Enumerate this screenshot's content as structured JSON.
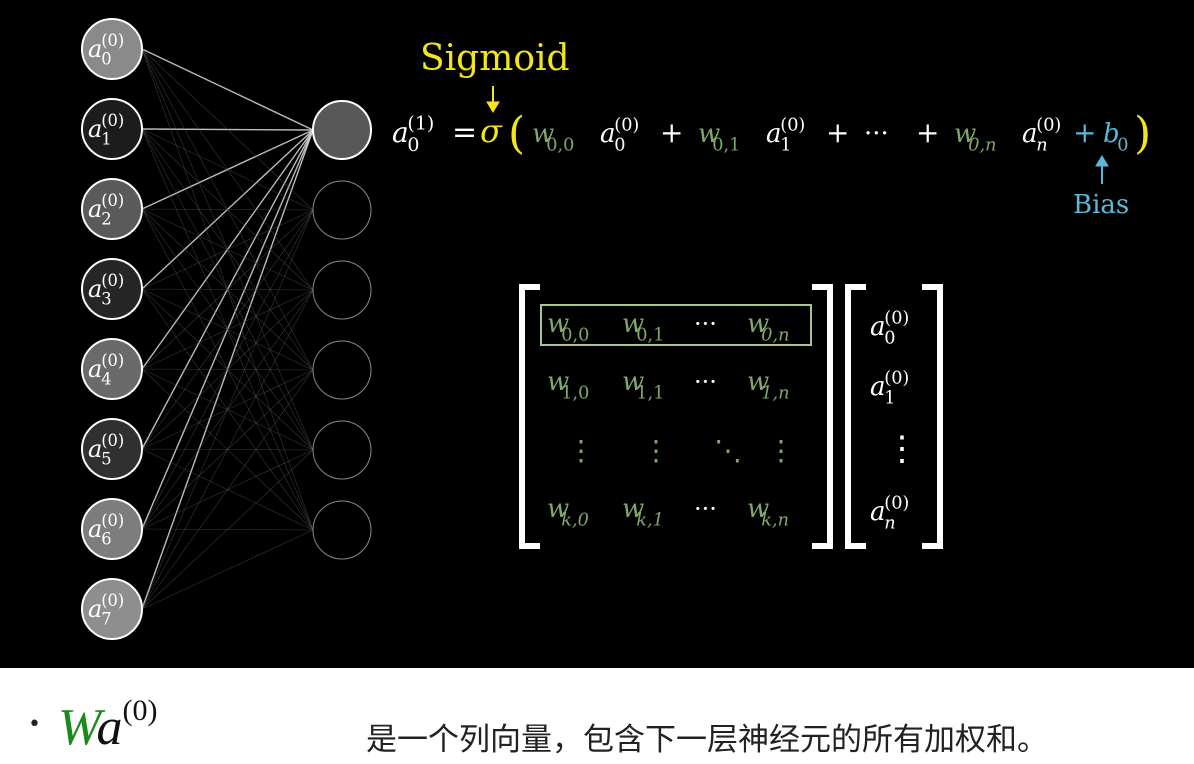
{
  "colors": {
    "weight": "#7fa86a",
    "sigmoid": "#f2e51a",
    "bias": "#5cb8d8",
    "text": "#ffffff",
    "formula_W": "#1a8a1a"
  },
  "network": {
    "inputs": [
      {
        "base": "a",
        "sup": "(0)",
        "sub": "0",
        "fill": "#8a8a8a"
      },
      {
        "base": "a",
        "sup": "(0)",
        "sub": "1",
        "fill": "#1c1c1c"
      },
      {
        "base": "a",
        "sup": "(0)",
        "sub": "2",
        "fill": "#5a5a5a"
      },
      {
        "base": "a",
        "sup": "(0)",
        "sub": "3",
        "fill": "#262626"
      },
      {
        "base": "a",
        "sup": "(0)",
        "sub": "4",
        "fill": "#6a6a6a"
      },
      {
        "base": "a",
        "sup": "(0)",
        "sub": "5",
        "fill": "#303030"
      },
      {
        "base": "a",
        "sup": "(0)",
        "sub": "6",
        "fill": "#7d7d7d"
      },
      {
        "base": "a",
        "sup": "(0)",
        "sub": "7",
        "fill": "#8e8e8e"
      }
    ],
    "outputs": [
      {
        "fill": "#585858",
        "active": true
      },
      {
        "fill": "#000000",
        "active": false
      },
      {
        "fill": "#000000",
        "active": false
      },
      {
        "fill": "#000000",
        "active": false
      },
      {
        "fill": "#000000",
        "active": false
      },
      {
        "fill": "#000000",
        "active": false
      }
    ]
  },
  "equation": {
    "sigmoid_label": "Sigmoid",
    "bias_label": "Bias",
    "lhs": {
      "base": "a",
      "sup": "(1)",
      "sub": "0"
    },
    "equals": "=",
    "sigma": "σ",
    "open_paren": "(",
    "close_paren": ")",
    "terms": [
      {
        "w": "w",
        "wsub": "0,0",
        "a": "a",
        "asup": "(0)",
        "asub": "0",
        "op": "+"
      },
      {
        "w": "w",
        "wsub": "0,1",
        "a": "a",
        "asup": "(0)",
        "asub": "1",
        "op": "+"
      },
      {
        "ellipsis": "···",
        "op": "+"
      },
      {
        "w": "w",
        "wsub": "0,n",
        "a": "a",
        "asup": "(0)",
        "asub": "n"
      }
    ],
    "bias": {
      "op": "+",
      "base": "b",
      "sub": "0"
    }
  },
  "matrix": {
    "rows": [
      [
        {
          "b": "w",
          "s": "0,0"
        },
        {
          "b": "w",
          "s": "0,1"
        },
        {
          "t": "···"
        },
        {
          "b": "w",
          "s": "0,n"
        }
      ],
      [
        {
          "b": "w",
          "s": "1,0"
        },
        {
          "b": "w",
          "s": "1,1"
        },
        {
          "t": "···"
        },
        {
          "b": "w",
          "s": "1,n"
        }
      ],
      [
        {
          "t": "⋮"
        },
        {
          "t": "⋮"
        },
        {
          "t": "⋱"
        },
        {
          "t": "⋮"
        }
      ],
      [
        {
          "b": "w",
          "s": "k,0"
        },
        {
          "b": "w",
          "s": "k,1"
        },
        {
          "t": "···"
        },
        {
          "b": "w",
          "s": "k,n"
        }
      ]
    ],
    "highlighted_row": 0,
    "vector": [
      {
        "b": "a",
        "sup": "(0)",
        "s": "0"
      },
      {
        "b": "a",
        "sup": "(0)",
        "s": "1"
      },
      {
        "t": "⋮"
      },
      {
        "b": "a",
        "sup": "(0)",
        "s": "n"
      }
    ]
  },
  "caption": {
    "bullet": "•",
    "formula_W": "W",
    "formula_a": "a",
    "formula_sup": "(0)",
    "text": "是一个列向量，包含下一层神经元的所有加权和。"
  }
}
